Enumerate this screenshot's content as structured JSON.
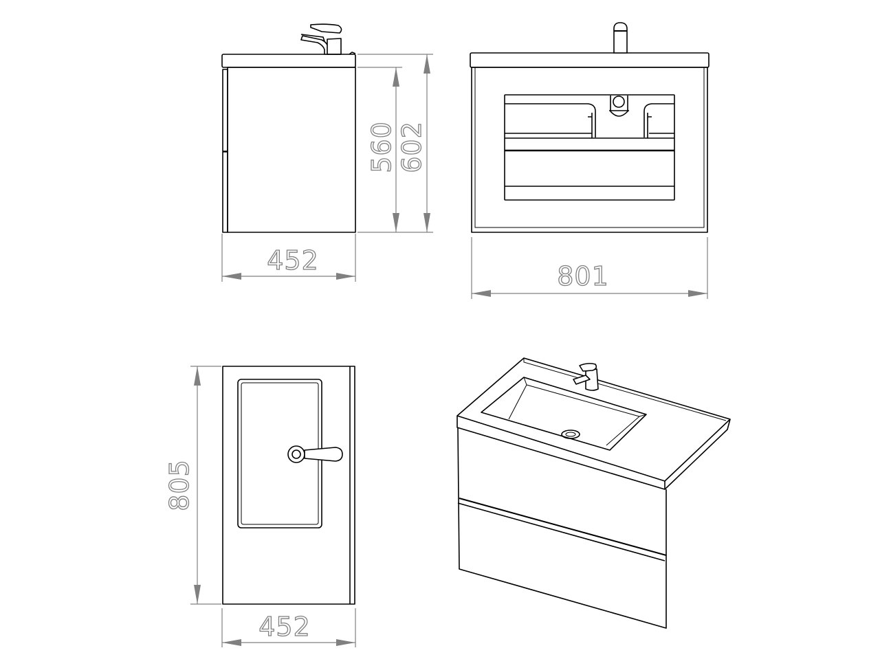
{
  "drawing": {
    "side_view": {
      "height_body": "560",
      "height_total": "602",
      "depth": "452"
    },
    "front_view": {
      "width": "801"
    },
    "top_view": {
      "length": "805",
      "depth": "452"
    }
  },
  "colors": {
    "line": "#000000",
    "dimension": "#808080",
    "background": "#ffffff"
  }
}
